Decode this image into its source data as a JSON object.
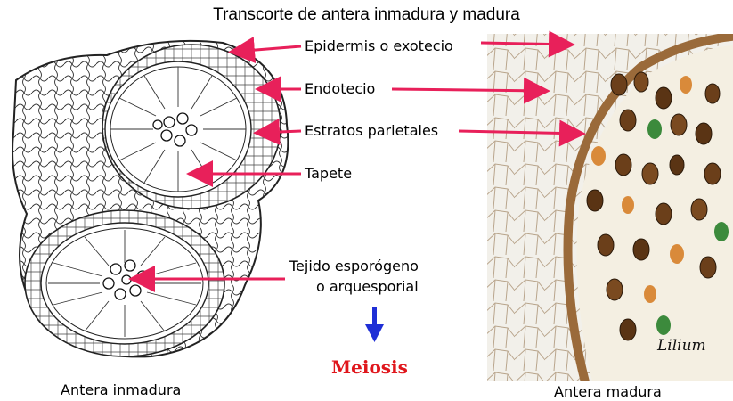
{
  "title": "Transcorte de antera inmadura y madura",
  "labels": {
    "epidermis": "Epidermis o exotecio",
    "endotecio": "Endotecio",
    "estratos": "Estratos parietales",
    "tapete": "Tapete",
    "tejido_line1": "Tejido esporógeno",
    "tejido_line2": "o arquesporial"
  },
  "meiosis": "Meiosis",
  "lilium": "Lilium",
  "captions": {
    "left": "Antera inmadura",
    "right": "Antera madura"
  },
  "colors": {
    "arrow_magenta": "#e8205a",
    "arrow_blue": "#1f2fd6",
    "meiosis_red": "#e0161c",
    "pollen_dark": "#6b3f1a",
    "pollen_orange": "#d98a3a",
    "pollen_green": "#3c8a3c",
    "photo_bg": "#f3efe6",
    "wall_brown": "#9a6a3a"
  },
  "icons": [
    "magenta-arrow-icon",
    "blue-down-arrow-icon"
  ]
}
